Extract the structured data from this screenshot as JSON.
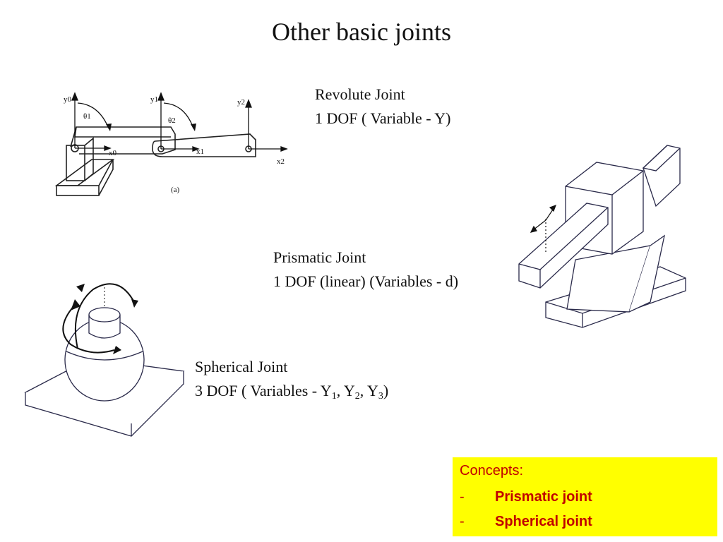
{
  "title": "Other basic joints",
  "revolute": {
    "name": "Revolute Joint",
    "dof": "1 DOF ( Variable - Y)",
    "figure_labels": {
      "y0": "y0",
      "y1": "y1",
      "y2": "y2",
      "x0": "x0",
      "x1": "x1",
      "x2": "x2",
      "theta1": "θ1",
      "theta2": "θ2",
      "caption": "(a)"
    }
  },
  "prismatic": {
    "name": "Prismatic Joint",
    "dof": "1 DOF (linear) (Variables - d)"
  },
  "spherical": {
    "name": "Spherical Joint",
    "dof_prefix": "3 DOF ( Variables - Y",
    "sub1": "1",
    "sep1": ", Y",
    "sub2": "2",
    "sep2": ", Y",
    "sub3": "3",
    "dof_suffix": ")"
  },
  "concepts": {
    "heading": "Concepts:",
    "bullet": "-",
    "items": [
      "Prismatic joint",
      "Spherical joint"
    ],
    "background": "#ffff00",
    "text_color": "#c00000"
  }
}
